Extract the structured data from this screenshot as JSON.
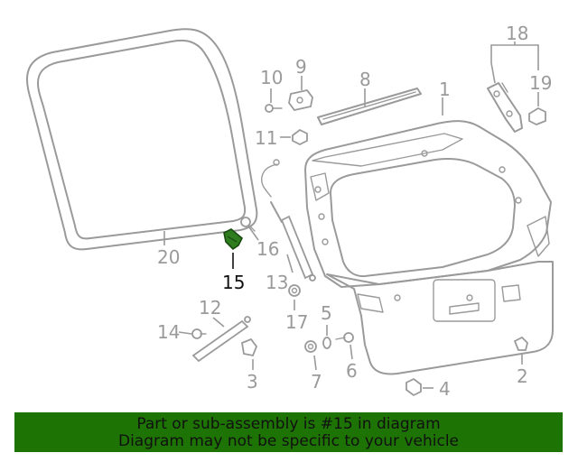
{
  "diagram": {
    "highlighted_part": "15",
    "callouts": [
      {
        "id": "1",
        "label": "1"
      },
      {
        "id": "2",
        "label": "2"
      },
      {
        "id": "3",
        "label": "3"
      },
      {
        "id": "4",
        "label": "4"
      },
      {
        "id": "5",
        "label": "5"
      },
      {
        "id": "6",
        "label": "6"
      },
      {
        "id": "7",
        "label": "7"
      },
      {
        "id": "8",
        "label": "8"
      },
      {
        "id": "9",
        "label": "9"
      },
      {
        "id": "10",
        "label": "10"
      },
      {
        "id": "11",
        "label": "11"
      },
      {
        "id": "12",
        "label": "12"
      },
      {
        "id": "13",
        "label": "13"
      },
      {
        "id": "14",
        "label": "14"
      },
      {
        "id": "15",
        "label": "15"
      },
      {
        "id": "16",
        "label": "16"
      },
      {
        "id": "17",
        "label": "17"
      },
      {
        "id": "18",
        "label": "18"
      },
      {
        "id": "19",
        "label": "19"
      },
      {
        "id": "20",
        "label": "20"
      }
    ]
  },
  "banner": {
    "line1": "Part or sub-assembly is #15 in diagram",
    "line2": "Diagram may not be specific to your vehicle",
    "background_color": "#1d7304",
    "text_color": "#111111"
  },
  "colors": {
    "part_stroke": "#9a9a9a",
    "highlight_fill": "#2e7d1f",
    "highlight_label": "#111111"
  }
}
